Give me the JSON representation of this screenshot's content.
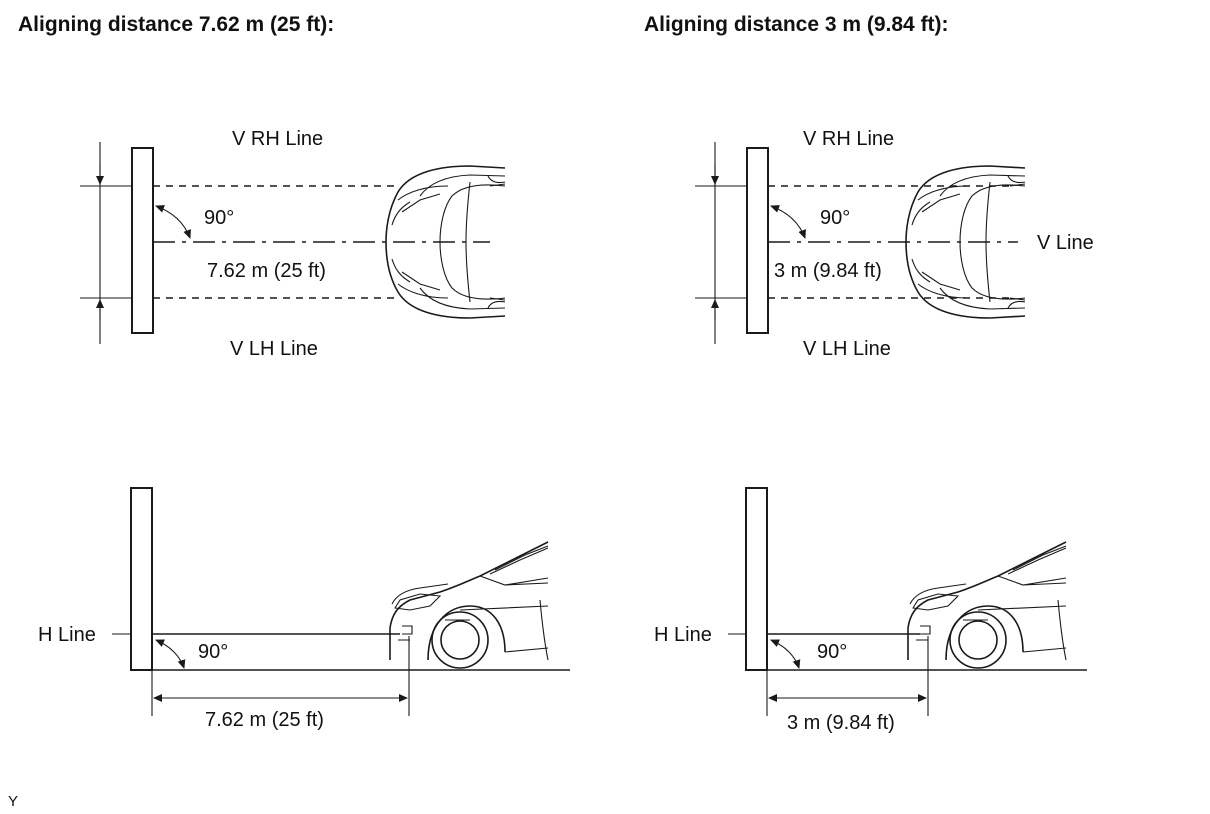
{
  "headings": {
    "left": "Aligning distance 7.62 m (25 ft):",
    "right": "Aligning distance 3 m (9.84 ft):"
  },
  "left_top": {
    "v_rh_line": "V RH Line",
    "v_lh_line": "V LH Line",
    "angle": "90°",
    "distance": "7.62 m (25 ft)"
  },
  "right_top": {
    "v_rh_line": "V RH Line",
    "v_lh_line": "V LH Line",
    "v_line": "V Line",
    "angle": "90°",
    "distance": "3 m (9.84 ft)"
  },
  "left_side": {
    "h_line": "H Line",
    "angle": "90°",
    "distance": "7.62 m (25 ft)"
  },
  "right_side": {
    "h_line": "H Line",
    "angle": "90°",
    "distance": "3 m (9.84 ft)"
  },
  "figure_code": "Y"
}
